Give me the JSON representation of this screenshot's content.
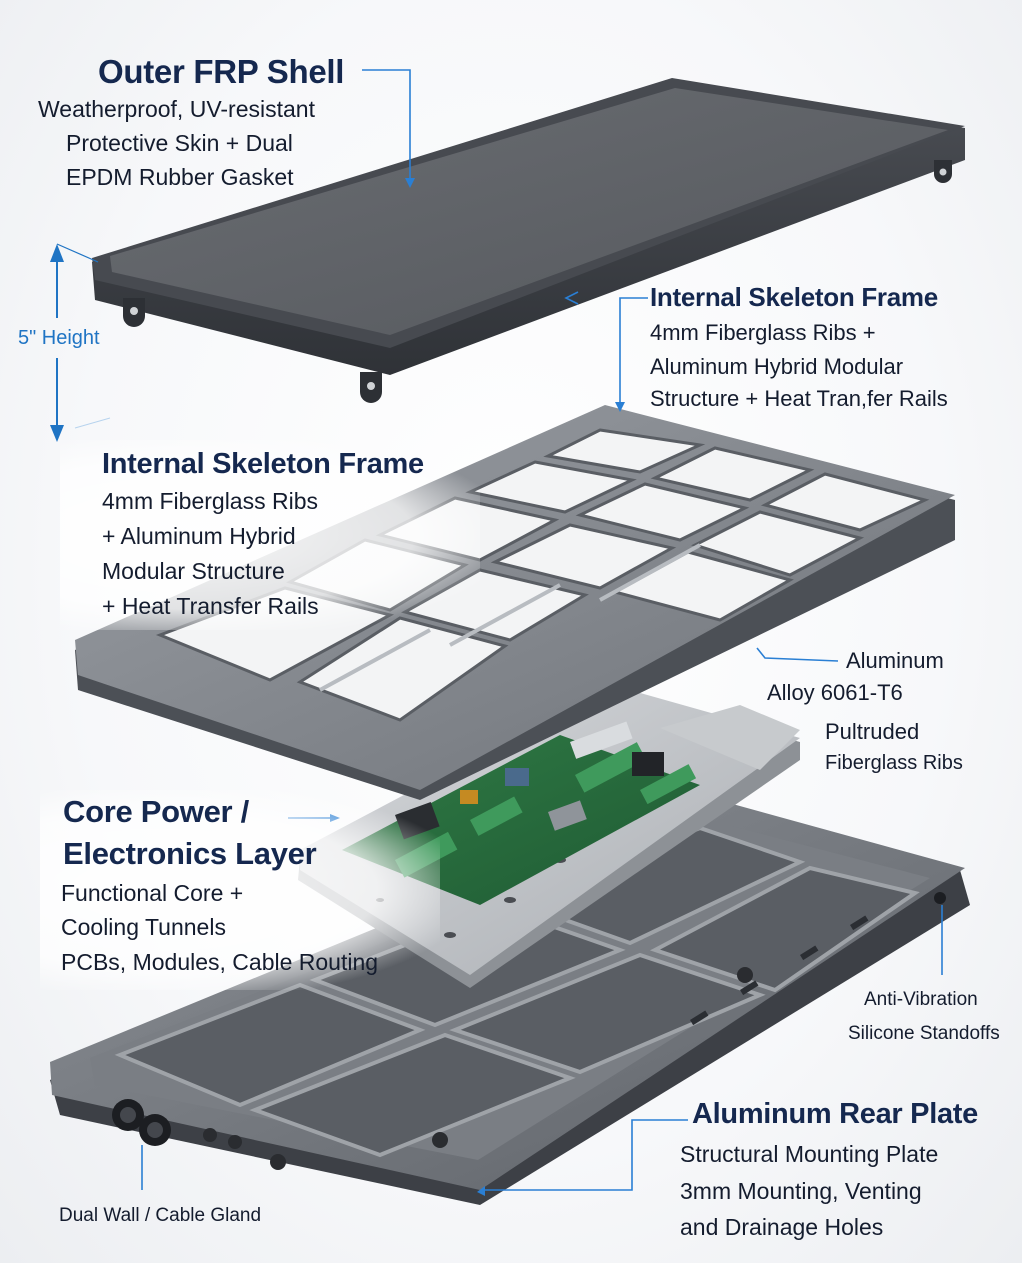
{
  "diagram": {
    "type": "exploded-view",
    "subject": "Layered enclosure panel",
    "accent_color": "#2a7fd4",
    "title_color": "#15284f",
    "text_color": "#141c2e"
  },
  "dimension": {
    "label": "5\" Height"
  },
  "callouts": {
    "outer_shell": {
      "title": "Outer FRP Shell",
      "lines": [
        "Weatherproof, UV-resistant",
        "Protective Skin + Dual",
        "EPDM Rubber Gasket"
      ]
    },
    "skeleton_right": {
      "title": "Internal Skeleton Frame",
      "lines": [
        "4mm Fiberglass Ribs +",
        "Aluminum Hybrid Modular",
        "Structure + Heat Tran,fer Rails"
      ]
    },
    "skeleton_left": {
      "title": "Internal Skeleton Frame",
      "lines": [
        "4mm Fiberglass Ribs",
        "+ Aluminum Hybrid",
        "Modular Structure",
        "+ Heat Transfer Rails"
      ]
    },
    "aluminum_alloy": {
      "lines": [
        "Aluminum",
        "Alloy 6061-T6"
      ]
    },
    "pultruded": {
      "lines": [
        "Pultruded",
        "Fiberglass Ribs"
      ]
    },
    "core_power": {
      "title_lines": [
        "Core Power /",
        "Electronics Layer"
      ],
      "lines": [
        "Functional Core +",
        "Cooling Tunnels",
        "PCBs, Modules, Cable Routing"
      ]
    },
    "anti_vibration": {
      "lines": [
        "Anti-Vibration",
        "Silicone Standoffs"
      ]
    },
    "rear_plate": {
      "title": "Aluminum Rear Plate",
      "lines": [
        "Structural Mounting Plate",
        "3mm Mounting, Venting",
        "and Drainage Holes"
      ]
    },
    "cable_gland": {
      "lines": [
        "Dual Wall / Cable Gland"
      ]
    }
  }
}
